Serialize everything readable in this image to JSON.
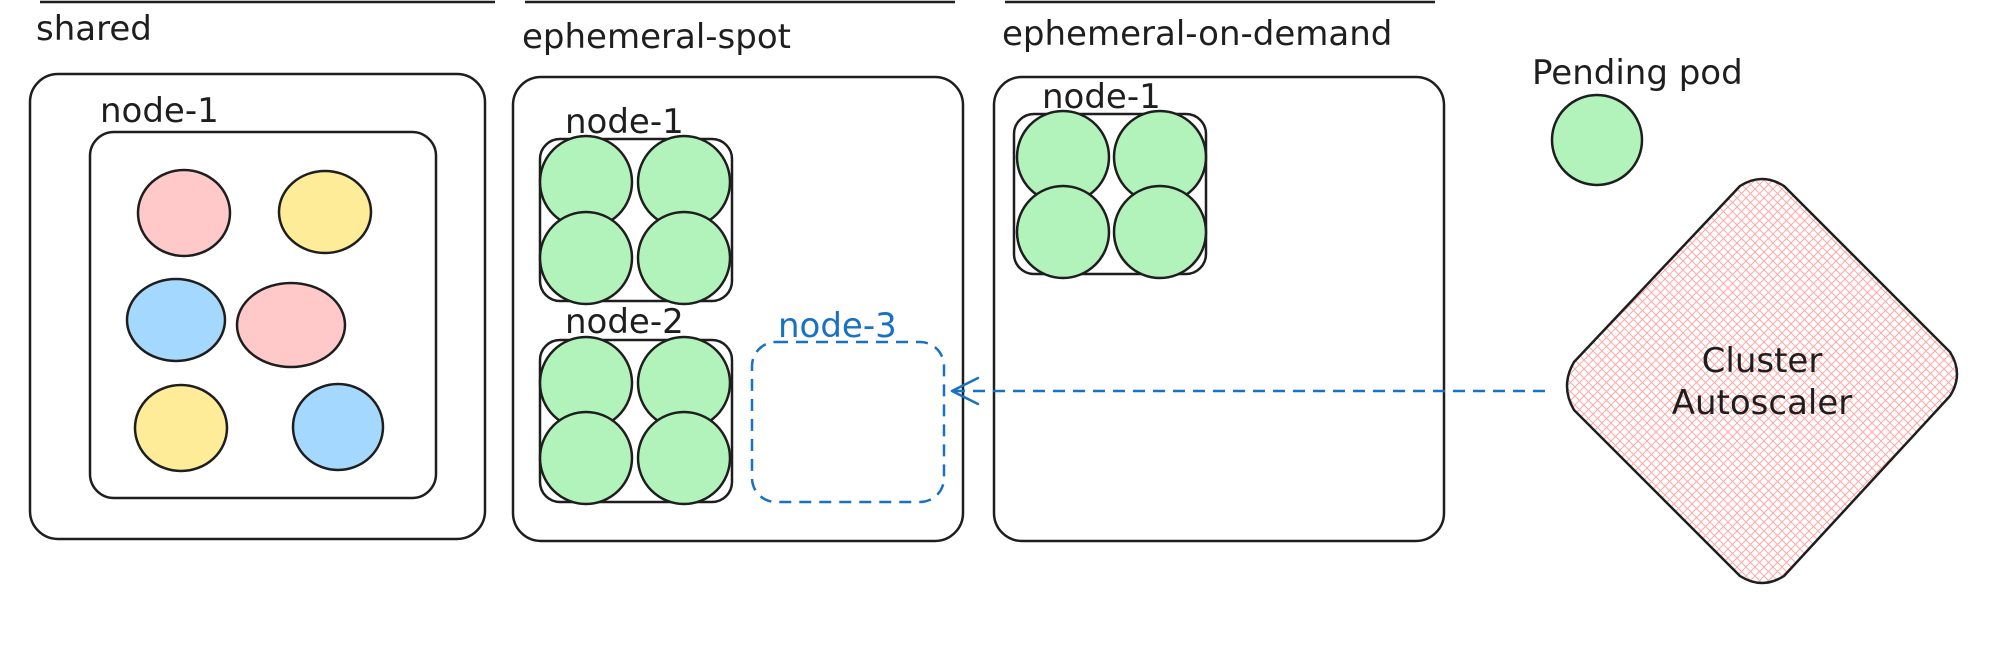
{
  "groups": {
    "shared": {
      "label": "shared",
      "node_label": "node-1"
    },
    "spot": {
      "label": "ephemeral-spot",
      "node1_label": "node-1",
      "node2_label": "node-2",
      "node3_label": "node-3"
    },
    "on_demand": {
      "label": "ephemeral-on-demand",
      "node_label": "node-1"
    }
  },
  "pending": {
    "label": "Pending pod"
  },
  "autoscaler": {
    "line1": "Cluster",
    "line2": "Autoscaler"
  },
  "colors": {
    "pink": "#ffc9c9",
    "yellow": "#ffec99",
    "blue": "#a5d8ff",
    "green": "#b2f2bb",
    "accent": "#1971c2",
    "autoscaler_fill": "#ffc9c9",
    "stroke": "#1e1e1e"
  }
}
